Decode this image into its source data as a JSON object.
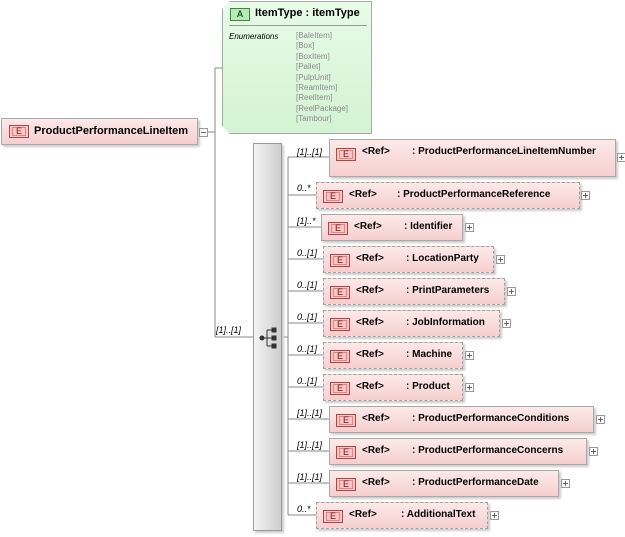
{
  "root": {
    "icon": "E",
    "name": "ProductPerformanceLineItem"
  },
  "attribute": {
    "icon": "A",
    "title": "ItemType : itemType",
    "enum_label": "Enumerations",
    "enums": [
      "[BaleItem]",
      "[Box]",
      "[BoxItem]",
      "[Pallet]",
      "[PulpUnit]",
      "[ReamItem]",
      "[ReelItem]",
      "[ReelPackage]",
      "[Tambour]"
    ]
  },
  "sequence": {
    "cardinality": "[1]..[1]"
  },
  "children": [
    {
      "card": "[1]..[1]",
      "ref": "<Ref>",
      "name": ": ProductPerformanceLineItemNumber",
      "optional": false
    },
    {
      "card": "0..*",
      "ref": "<Ref>",
      "name": ": ProductPerformanceReference",
      "optional": true
    },
    {
      "card": "[1]..*",
      "ref": "<Ref>",
      "name": ": Identifier",
      "optional": false
    },
    {
      "card": "0..[1]",
      "ref": "<Ref>",
      "name": ": LocationParty",
      "optional": true
    },
    {
      "card": "0..[1]",
      "ref": "<Ref>",
      "name": ": PrintParameters",
      "optional": true
    },
    {
      "card": "0..[1]",
      "ref": "<Ref>",
      "name": ": JobInformation",
      "optional": true
    },
    {
      "card": "0..[1]",
      "ref": "<Ref>",
      "name": ": Machine",
      "optional": true
    },
    {
      "card": "0..[1]",
      "ref": "<Ref>",
      "name": ": Product",
      "optional": true
    },
    {
      "card": "[1]..[1]",
      "ref": "<Ref>",
      "name": ": ProductPerformanceConditions",
      "optional": false
    },
    {
      "card": "[1]..[1]",
      "ref": "<Ref>",
      "name": ": ProductPerformanceConcerns",
      "optional": false
    },
    {
      "card": "[1]..[1]",
      "ref": "<Ref>",
      "name": ": ProductPerformanceDate",
      "optional": false
    },
    {
      "card": "0..*",
      "ref": "<Ref>",
      "name": ": AdditionalText",
      "optional": true
    }
  ]
}
